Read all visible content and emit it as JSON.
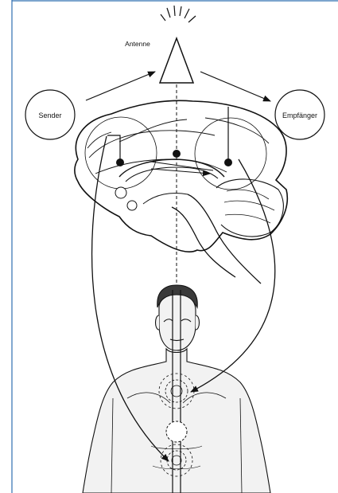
{
  "diagram": {
    "labels": {
      "antenna": "Antenne",
      "sender": "Sender",
      "receiver": "Empfänger"
    },
    "colors": {
      "frame": "#2f6fb0",
      "ink": "#111111",
      "paper": "#ffffff",
      "skin": "#f2f2f2"
    }
  }
}
